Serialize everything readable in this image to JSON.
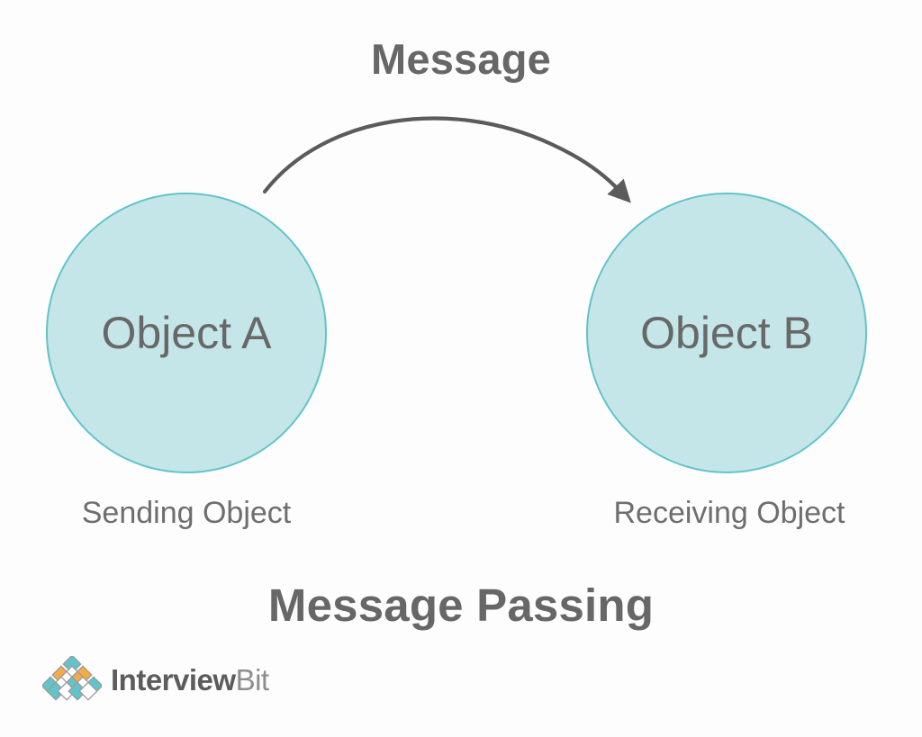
{
  "diagram": {
    "title": "Message Passing",
    "arrow_label": "Message",
    "background_color": "#fdfdfd",
    "nodes": [
      {
        "id": "object-a",
        "label": "Object A",
        "caption": "Sending Object",
        "fill_color": "#c5e6e8",
        "border_color": "#63c3cb",
        "text_color": "#686868"
      },
      {
        "id": "object-b",
        "label": "Object B",
        "caption": "Receiving Object",
        "fill_color": "#c5e6e8",
        "border_color": "#63c3cb",
        "text_color": "#686868"
      }
    ],
    "connector": {
      "from": "object-a",
      "to": "object-b",
      "label": "Message",
      "style": "curved-arrow",
      "color": "#5b5b5b",
      "arrowhead": "solid-triangle"
    },
    "title_color": "#676767",
    "caption_color": "#6e6e6e"
  },
  "logo": {
    "name_bold": "Interview",
    "name_light": "Bit",
    "mark_name": "interviewbit-diamond-mark",
    "teal_color": "#63c3cb",
    "orange_color": "#f4ab47",
    "bold_text_color": "#5c5c5c",
    "light_text_color": "#8e8e8e"
  }
}
